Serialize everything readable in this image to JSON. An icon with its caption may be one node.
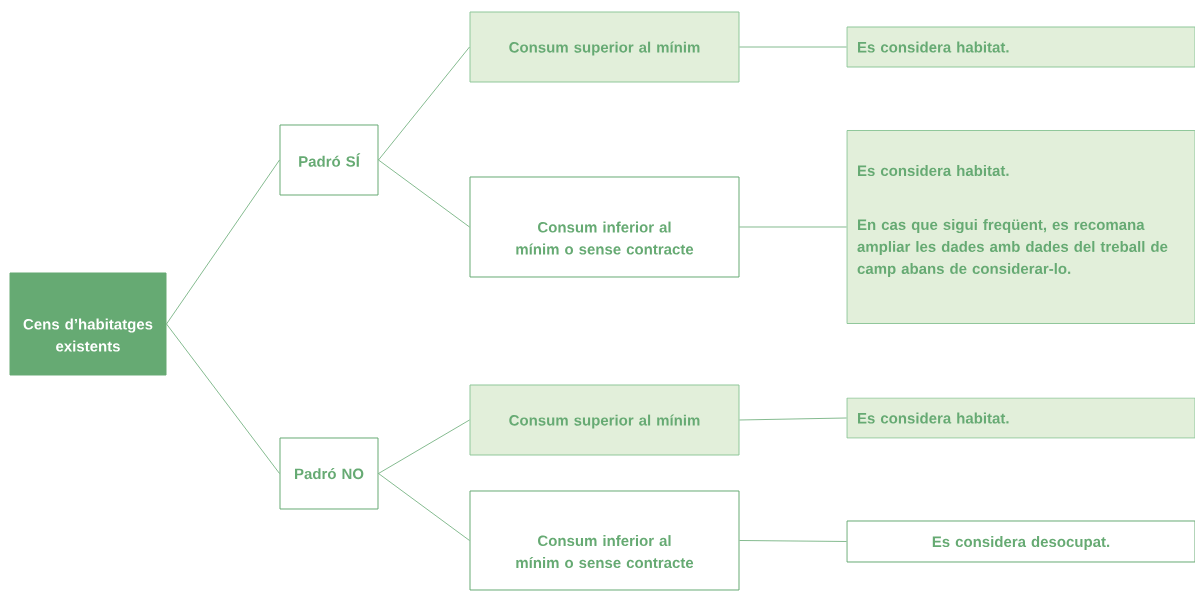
{
  "diagram": {
    "nodes": [
      {
        "text": [
          "Cens d’habitatges existents"
        ]
      },
      {
        "text": [
          "Padró SÍ"
        ]
      },
      {
        "text": [
          "Consum superior al mínim"
        ]
      },
      {
        "text": [
          "Consum inferior al mínim o sense contracte"
        ]
      },
      {
        "text": [
          "Es considera habitat."
        ]
      },
      {
        "text": [
          "Es considera habitat.",
          "En cas que sigui freqüent, es recomana ampliar les dades amb dades del treball de camp abans de considerar-lo."
        ]
      },
      {
        "text": [
          "Padró NO"
        ]
      },
      {
        "text": [
          "Consum superior al mínim"
        ]
      },
      {
        "text": [
          "Consum inferior al mínim o sense contracte"
        ]
      },
      {
        "text": [
          "Es considera habitat."
        ]
      },
      {
        "text": [
          "Es considera desocupat."
        ]
      }
    ],
    "edges": [
      {
        "from": 0,
        "to": 1,
        "arrow": "none"
      },
      {
        "from": 0,
        "to": 6,
        "arrow": "none"
      },
      {
        "from": 1,
        "to": 2,
        "arrow": "none"
      },
      {
        "from": 1,
        "to": 3,
        "arrow": "none"
      },
      {
        "from": 2,
        "to": 4,
        "arrow": "none"
      },
      {
        "from": 3,
        "to": 5,
        "arrow": "none"
      },
      {
        "from": 6,
        "to": 7,
        "arrow": "none"
      },
      {
        "from": 6,
        "to": 8,
        "arrow": "none"
      },
      {
        "from": 7,
        "to": 9,
        "arrow": "none"
      },
      {
        "from": 8,
        "to": 10,
        "arrow": "none"
      }
    ]
  }
}
